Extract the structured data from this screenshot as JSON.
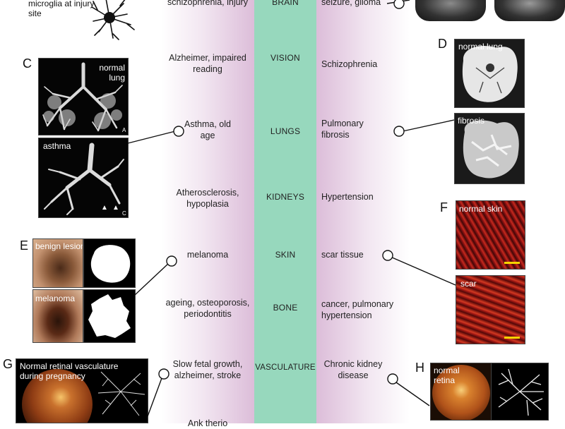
{
  "colors": {
    "band_center": "#97d8bd",
    "band_side": "#dcbdd9",
    "connector": "#111111"
  },
  "organs": [
    {
      "name": "BRAIN",
      "left": "schizophrenia, injury",
      "right": "seizure, glioma"
    },
    {
      "name": "VISION",
      "left": "Alzheimer, impaired reading",
      "right": "Schizophrenia"
    },
    {
      "name": "LUNGS",
      "left": "Asthma, old age",
      "right": "Pulmonary fibrosis"
    },
    {
      "name": "KIDNEYS",
      "left": "Atherosclerosis, hypoplasia",
      "right": "Hypertension"
    },
    {
      "name": "SKIN",
      "left": "melanoma",
      "right": "scar tissue"
    },
    {
      "name": "BONE",
      "left": "ageing, osteoporosis, periodontitis",
      "right": "cancer, pulmonary hypertension"
    },
    {
      "name": "VASCULATURE",
      "left": "Slow fetal growth, alzheimer, stroke",
      "right": "Chronic kidney disease"
    },
    {
      "name": "",
      "left": "Ank therio",
      "right": ""
    }
  ],
  "panels": {
    "top_caption": "microglia at injury site",
    "C": {
      "letter": "C",
      "upper": "normal lung",
      "upper_mark": "A",
      "lower": "asthma",
      "lower_mark": "C"
    },
    "D": {
      "letter": "D",
      "upper": "normal lung",
      "lower": "fibrosis"
    },
    "E": {
      "letter": "E",
      "upper": "benign lesion",
      "lower": "melanoma"
    },
    "F": {
      "letter": "F",
      "upper": "normal skin",
      "lower": "scar"
    },
    "G": {
      "letter": "G",
      "caption": "Normal retinal vasculature during pregnancy"
    },
    "H": {
      "letter": "H",
      "caption": "normal retina"
    }
  },
  "icons": [
    "microglia-cell-icon",
    "lung-cast-icon",
    "ct-scan-icon",
    "skin-lesion-icon",
    "collagen-texture-icon",
    "retina-fundus-icon",
    "vessel-map-icon",
    "connector-circle-icon"
  ]
}
